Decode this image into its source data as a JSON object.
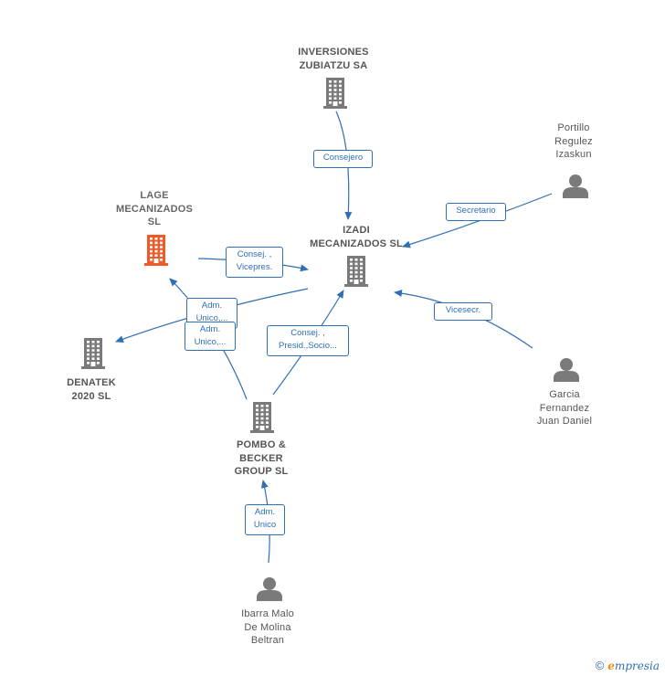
{
  "nodes": [
    {
      "id": "inversiones",
      "kind": "company",
      "label": "INVERSIONES\nZUBIATZU SA",
      "color": "#7a7a7a"
    },
    {
      "id": "portillo",
      "kind": "person",
      "label": "Portillo\nRegulez\nIzaskun",
      "color": "#7a7a7a"
    },
    {
      "id": "lage",
      "kind": "company",
      "label": "LAGE\nMECANIZADOS\nSL",
      "color": "#f05a28",
      "focus": true
    },
    {
      "id": "izadi",
      "kind": "company",
      "label": "IZADI\nMECANIZADOS SL",
      "color": "#7a7a7a"
    },
    {
      "id": "denatek",
      "kind": "company",
      "label": "DENATEK\n2020  SL",
      "color": "#7a7a7a"
    },
    {
      "id": "garcia",
      "kind": "person",
      "label": "Garcia\nFernandez\nJuan Daniel",
      "color": "#7a7a7a"
    },
    {
      "id": "pombo",
      "kind": "company",
      "label": "POMBO &\nBECKER\nGROUP  SL",
      "color": "#7a7a7a"
    },
    {
      "id": "ibarra",
      "kind": "person",
      "label": "Ibarra Malo\nDe Molina\nBeltran",
      "color": "#7a7a7a"
    }
  ],
  "edges": [
    {
      "from": "inversiones",
      "to": "izadi",
      "label": "Consejero"
    },
    {
      "from": "portillo",
      "to": "izadi",
      "label": "Secretario"
    },
    {
      "from": "lage",
      "to": "izadi",
      "label": "Consej. ,\nVicepres."
    },
    {
      "from": "izadi",
      "to": "denatek",
      "label": "Adm.\nUnico,..."
    },
    {
      "from": "pombo",
      "to": "lage",
      "label": "Adm.\nUnico,..."
    },
    {
      "from": "pombo",
      "to": "izadi",
      "label": "Consej. ,\nPresid.,Socio..."
    },
    {
      "from": "garcia",
      "to": "izadi",
      "label": "Vicesecr."
    },
    {
      "from": "ibarra",
      "to": "pombo",
      "label": "Adm.\nUnico"
    }
  ],
  "colors": {
    "edge": "#2f6fb6",
    "icon": "#7a7a7a",
    "focus": "#f05a28"
  },
  "brand": {
    "copyright": "©",
    "logo_e": "e",
    "logo_rest": "mpresia"
  }
}
